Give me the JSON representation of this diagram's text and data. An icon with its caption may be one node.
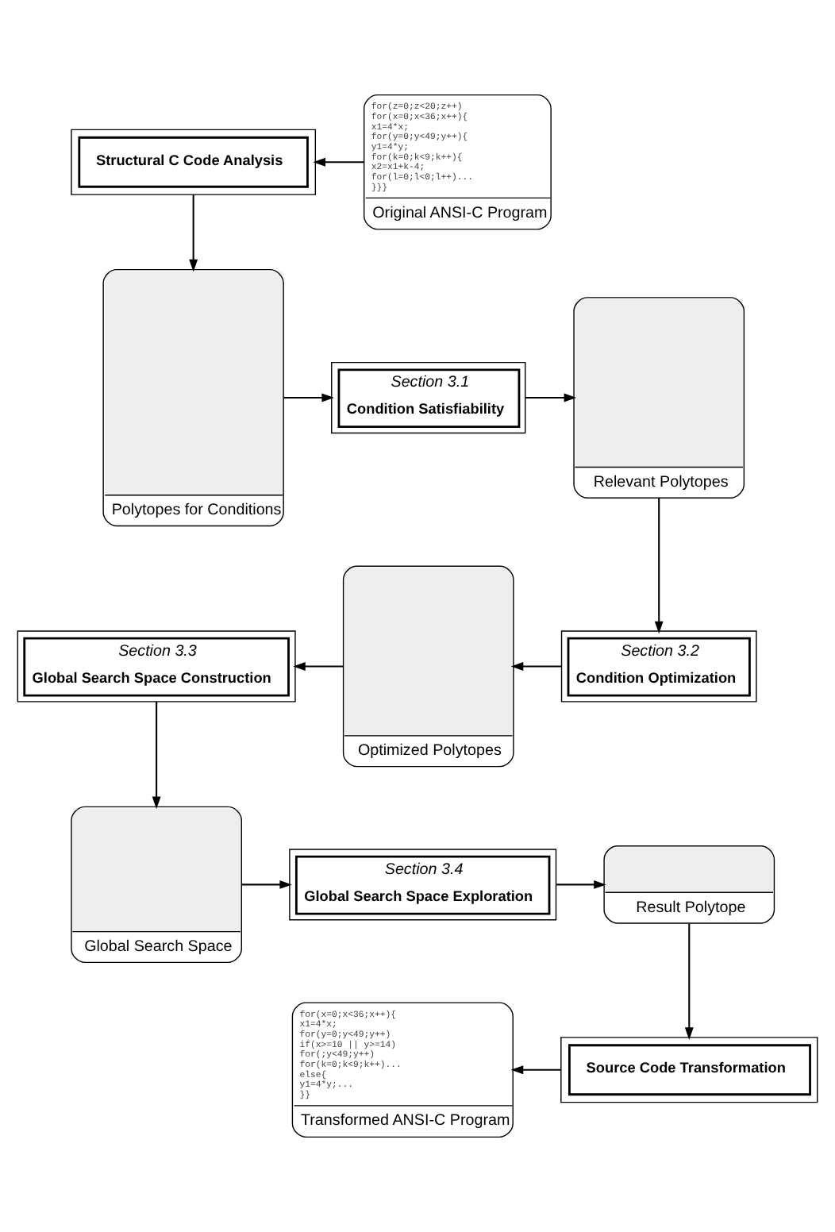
{
  "diagram": {
    "nodes": [
      {
        "text": [
          "Structural C Code Analysis"
        ]
      },
      {
        "text": [
          "for(z=0;z<20;z++)",
          "for(x=0;x<36;x++){",
          "x1=4*x;",
          "for(y=0;y<49;y++){",
          "y1=4*y;",
          "for(k=0;k<9;k++){",
          "x2=x1+k-4;",
          "for(l=0;l<0;l++)...",
          "}}}",
          "Original ANSI-C Program"
        ]
      },
      {
        "text": [
          "Polytopes for Conditions"
        ]
      },
      {
        "text": [
          "Section 3.1",
          "Condition Satisfiability"
        ]
      },
      {
        "text": [
          "Relevant Polytopes"
        ]
      },
      {
        "text": [
          "Section 3.2",
          "Condition Optimization"
        ]
      },
      {
        "text": [
          "Optimized Polytopes"
        ]
      },
      {
        "text": [
          "Section 3.3",
          "Global Search Space Construction"
        ]
      },
      {
        "text": [
          "Global Search Space"
        ]
      },
      {
        "text": [
          "Section 3.4",
          "Global Search Space Exploration"
        ]
      },
      {
        "text": [
          "Result Polytope"
        ]
      },
      {
        "text": [
          "Source Code Transformation"
        ]
      },
      {
        "text": [
          "for(x=0;x<36;x++){",
          "x1=4*x;",
          "for(y=0;y<49;y++)",
          "if(x>=10 || y>=14)",
          "for(;y<49;y++)",
          "for(k=0;k<9;k++)...",
          "else{",
          "y1=4*y;...",
          "}}",
          "Transformed ANSI-C Program"
        ]
      }
    ],
    "edges": [
      {
        "from": 1,
        "to": 0,
        "arrow": "to"
      },
      {
        "from": 0,
        "to": 2,
        "arrow": "to"
      },
      {
        "from": 2,
        "to": 3,
        "arrow": "to"
      },
      {
        "from": 3,
        "to": 4,
        "arrow": "to"
      },
      {
        "from": 4,
        "to": 5,
        "arrow": "to"
      },
      {
        "from": 5,
        "to": 6,
        "arrow": "to"
      },
      {
        "from": 6,
        "to": 7,
        "arrow": "to"
      },
      {
        "from": 7,
        "to": 8,
        "arrow": "to"
      },
      {
        "from": 8,
        "to": 9,
        "arrow": "to"
      },
      {
        "from": 9,
        "to": 10,
        "arrow": "to"
      },
      {
        "from": 10,
        "to": 11,
        "arrow": "to"
      },
      {
        "from": 11,
        "to": 12,
        "arrow": "to"
      }
    ]
  }
}
